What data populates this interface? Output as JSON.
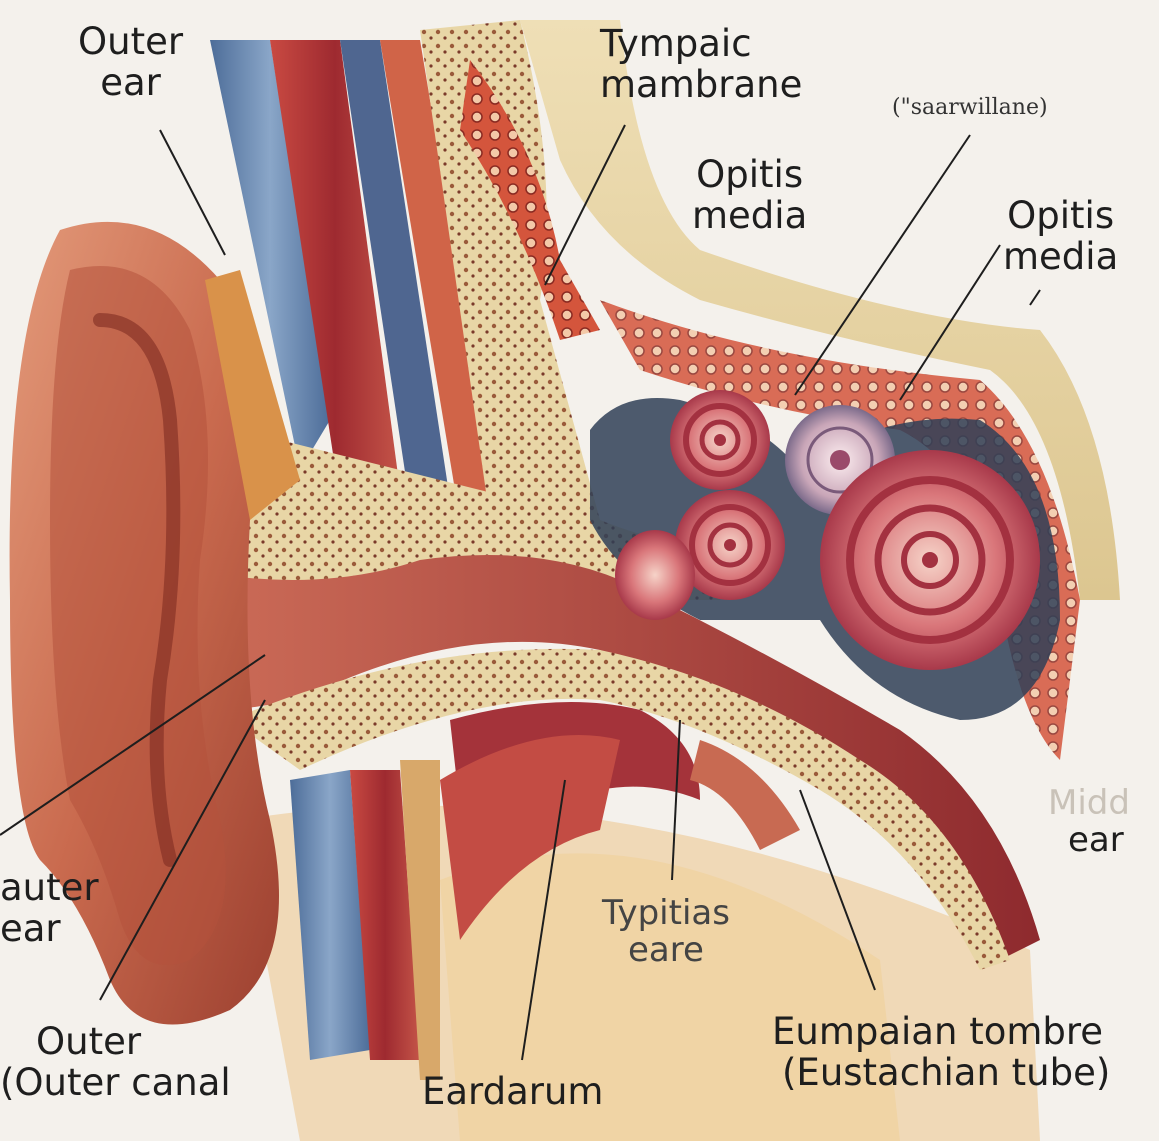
{
  "labels": {
    "outer_ear_top": [
      "Outer",
      "ear"
    ],
    "tympaic_membrane": [
      "Tympaic",
      "mambrane"
    ],
    "seamione": "(\"saarwillane)",
    "opitis_media_1": [
      "Opitis",
      "media"
    ],
    "opitis_media_2": [
      "Opitis",
      "media"
    ],
    "middle_ear": [
      "Midd",
      "ear"
    ],
    "auter_ear_left": [
      "auter",
      "ear"
    ],
    "outer_canal": [
      "Outer",
      "(Outer canal"
    ],
    "typitias_eare": [
      "Typitias",
      "eare"
    ],
    "eardarum": "Eardarum",
    "eumpaian_tombre": [
      "Eumpaian tombre",
      "(Eustachian tube)"
    ]
  },
  "colors": {
    "background": "#f4f1ec",
    "skin": "#c9674c",
    "skin_dark": "#9c3d2c",
    "muscle": "#b8363a",
    "bone": "#e6d3a3",
    "vein_blue": "#5f7fa8",
    "leader_line": "#1e1e1e"
  }
}
